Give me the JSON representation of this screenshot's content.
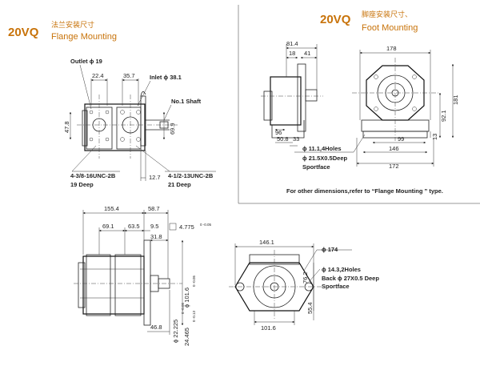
{
  "flange": {
    "model": "20VQ",
    "title_cn": "法兰安装尺寸",
    "title_en": "Flange Mounting",
    "outlet": "Outlet ϕ 19",
    "inlet": "Inlet ϕ 38.1",
    "shaft": "No.1 Shaft",
    "d_22_4": "22.4",
    "d_35_7": "35.7",
    "d_47_8": "47.8",
    "d_69_9": "69.9",
    "d_12_7": "12.7",
    "thread_out": "4-3/8-16UNC-2B",
    "thread_out_depth": "19 Deep",
    "thread_in": "4-1/2-13UNC-2B",
    "thread_in_depth": "21 Deep"
  },
  "foot": {
    "model": "20VQ",
    "title_cn": "脚座安装尺寸、",
    "title_en": "Foot Mounting",
    "d_81_4": "81.4",
    "d_18": "18",
    "d_41": "41",
    "d_178": "178",
    "d_181": "181",
    "d_92_1": "92.1",
    "d_13": "13",
    "d_99": "99",
    "d_146": "146",
    "d_172": "172",
    "d_96": "96",
    "d_50_8": "50.8",
    "d_33": "33",
    "holes": "ϕ 11.1,4Holes",
    "spotface": "ϕ 21.5X0.5Deep",
    "spotface_label": "Sportface",
    "note": "For other  dimensions,refer to  “Flange Mounting ” type."
  },
  "side": {
    "d_155_4": "155.4",
    "d_58_7": "58.7",
    "d_69_1": "69.1",
    "d_63_5": "63.5",
    "d_9_5": "9.5",
    "d_4_775": "4.775",
    "d_4_775_tol": "0 -0.05",
    "d_31_8": "31.8",
    "d_101_6": "ϕ 101.6",
    "d_101_6_tol": "0 -0.05",
    "d_46_8": "46.8",
    "d_22_225": "ϕ 22.225",
    "d_22_225_tol": "0 -0.05",
    "d_24_465": "24.465",
    "d_24_465_tol": "0 -0.13"
  },
  "front": {
    "d_146_1": "146.1",
    "d_174": "ϕ 174",
    "holes": "ϕ 14.3,2Holes",
    "back": "Back ϕ 27X0.5 Deep",
    "spotface": "Sportface",
    "d_76_2": "76.2",
    "d_55_4": "55.4",
    "d_101_6": "101.6"
  }
}
